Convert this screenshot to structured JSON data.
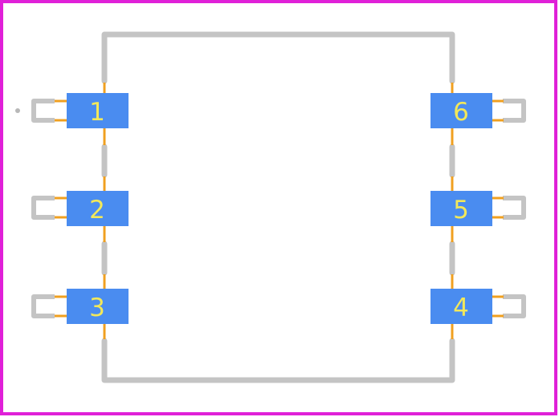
{
  "footprint": {
    "colors": {
      "background": "#ffffff",
      "board_outline": "#e020d8",
      "silkscreen": "#c4c4c4",
      "pad": "#4a8cf0",
      "pad_label": "#f2e85a",
      "lead": "#f0a020",
      "pin1_marker": "#b8b8b8"
    },
    "pads": [
      {
        "id": "pad-1",
        "label": "1",
        "side": "left"
      },
      {
        "id": "pad-2",
        "label": "2",
        "side": "left"
      },
      {
        "id": "pad-3",
        "label": "3",
        "side": "left"
      },
      {
        "id": "pad-4",
        "label": "4",
        "side": "right"
      },
      {
        "id": "pad-5",
        "label": "5",
        "side": "right"
      },
      {
        "id": "pad-6",
        "label": "6",
        "side": "right"
      }
    ]
  }
}
